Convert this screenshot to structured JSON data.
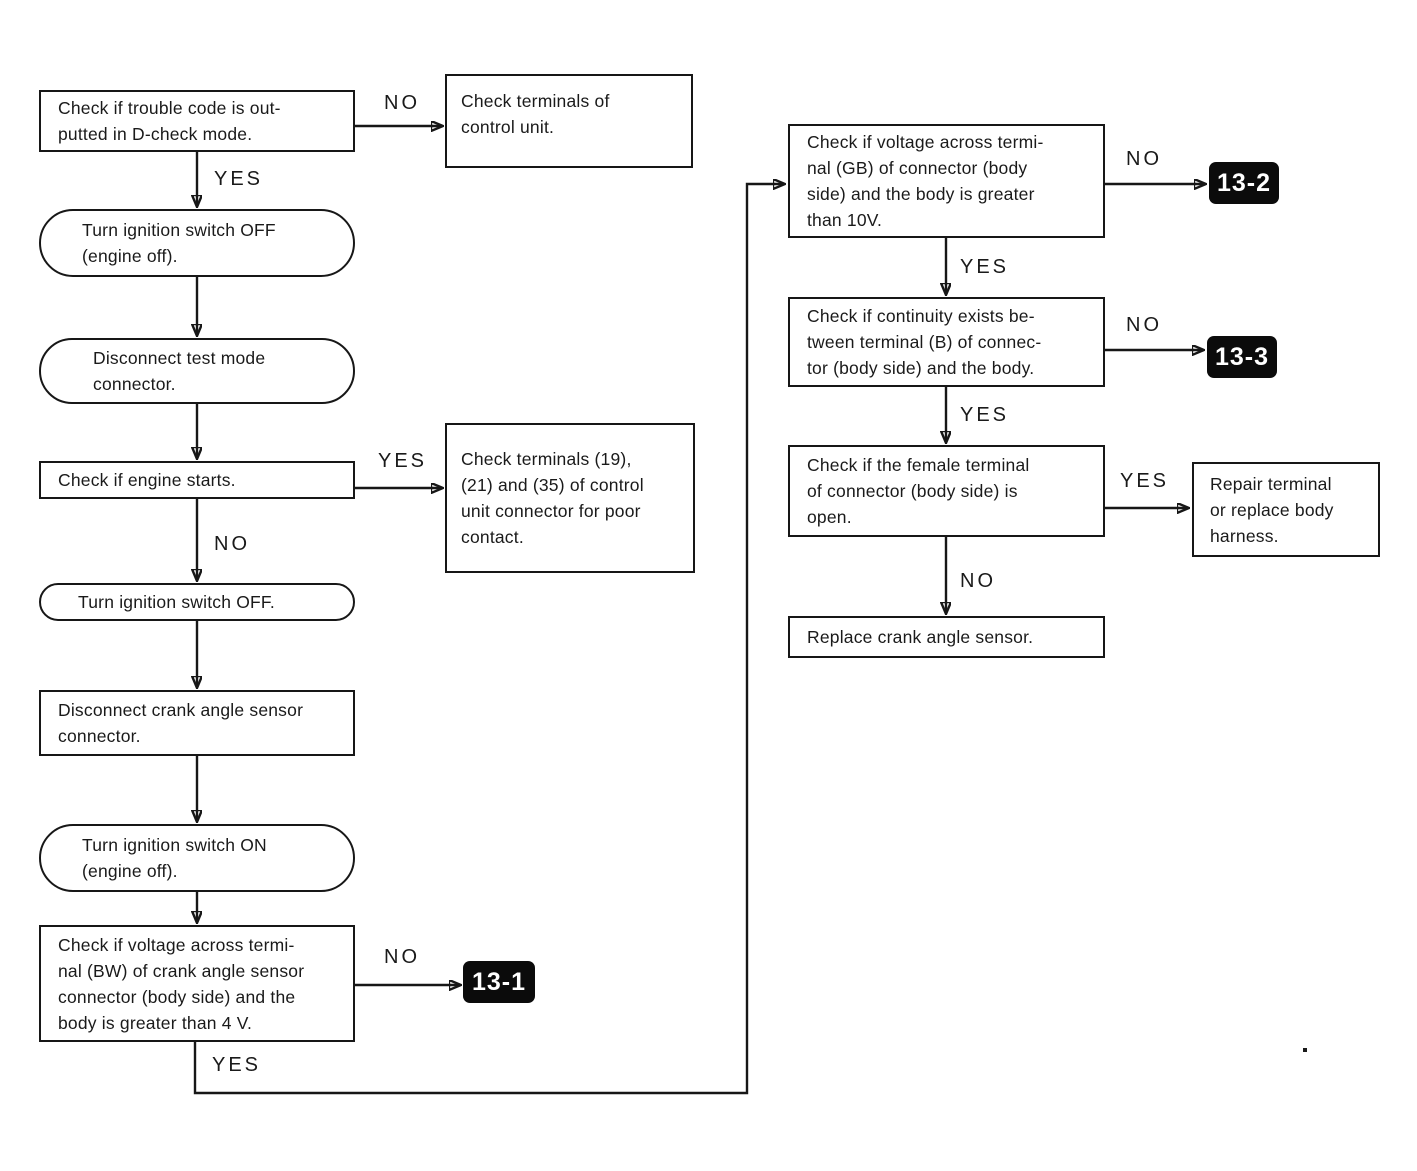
{
  "labels": {
    "yes": "YES",
    "no": "NO"
  },
  "nodes": {
    "check_trouble_code": "Check if trouble code is out-\nputted in D-check mode.",
    "check_terminals_control_unit": "Check terminals of\ncontrol unit.",
    "ignition_off_engine_off": "Turn ignition switch OFF\n(engine off).",
    "disconnect_test_mode": "Disconnect test mode\nconnector.",
    "check_engine_starts": "Check if engine starts.",
    "check_terminals_19_21_35": "Check terminals (19),\n(21) and (35) of control\nunit connector for poor\ncontact.",
    "ignition_off": "Turn ignition switch OFF.",
    "disconnect_crank_sensor": "Disconnect crank angle sensor\nconnector.",
    "ignition_on_engine_off": "Turn ignition switch ON\n(engine off).",
    "check_voltage_bw": "Check if voltage across termi-\nnal (BW) of crank angle sensor\nconnector (body side) and the\nbody is greater than 4 V.",
    "check_voltage_gb": "Check if voltage across termi-\nnal (GB) of connector (body\nside) and the body is greater\nthan 10V.",
    "check_continuity_b": "Check if continuity exists be-\ntween terminal (B) of connec-\ntor (body side) and the body.",
    "check_female_terminal": "Check if the female terminal\nof connector (body side) is\nopen.",
    "replace_crank_sensor": "Replace crank angle sensor.",
    "repair_terminal": "Repair terminal\nor replace body\nharness."
  },
  "badges": {
    "b13_1": "13-1",
    "b13_2": "13-2",
    "b13_3": "13-3"
  },
  "colors": {
    "ink": "#1a1a1a",
    "line": "#171717",
    "badge_bg": "#0b0b0b",
    "badge_text": "#ffffff",
    "page_bg": "#ffffff"
  }
}
